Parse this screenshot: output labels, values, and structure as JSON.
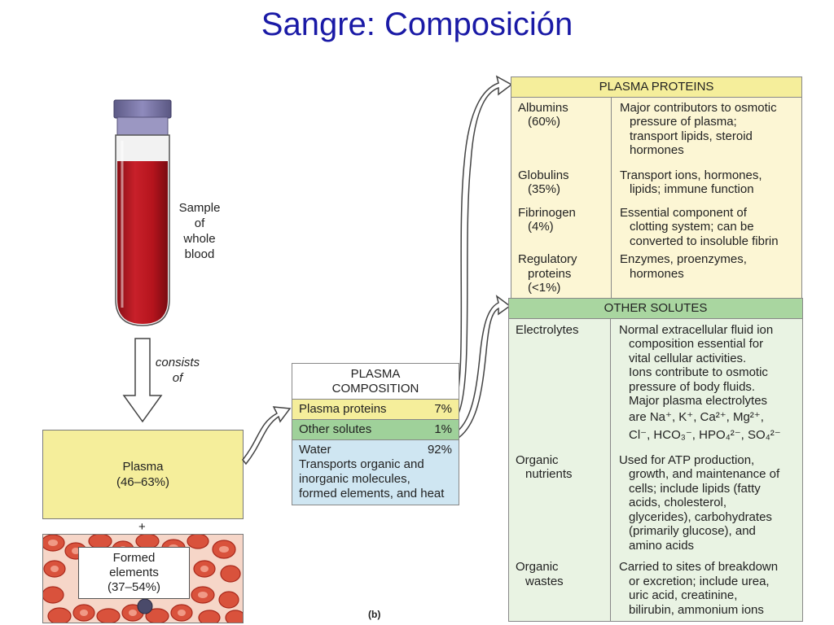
{
  "title": "Sangre: Composición",
  "tube": {
    "label_lines": [
      "Sample",
      "of",
      "whole",
      "blood"
    ]
  },
  "arrow_label": [
    "consists",
    "of"
  ],
  "plasma": {
    "name": "Plasma",
    "range": "(46–63%)"
  },
  "plus": "+",
  "formed": {
    "lines": [
      "Formed",
      "elements",
      "(37–54%)"
    ]
  },
  "figure_label": "(b)",
  "plasma_composition": {
    "header": [
      "PLASMA",
      "COMPOSITION"
    ],
    "rows": [
      {
        "label": "Plasma proteins",
        "value": "7%"
      },
      {
        "label": "Other solutes",
        "value": "1%"
      }
    ],
    "water": {
      "label": "Water",
      "value": "92%",
      "desc": [
        "Transports organic and",
        "inorganic molecules,",
        "formed elements, and heat"
      ]
    }
  },
  "plasma_proteins": {
    "header": "PLASMA PROTEINS",
    "rows": [
      {
        "name": [
          "Albumins",
          "(60%)"
        ],
        "desc": [
          "Major contributors to osmotic",
          "pressure of plasma;",
          "transport lipids, steroid",
          "hormones"
        ]
      },
      {
        "name": [
          "Globulins",
          "(35%)"
        ],
        "desc": [
          "Transport ions, hormones,",
          "lipids; immune function"
        ]
      },
      {
        "name": [
          "Fibrinogen",
          "(4%)"
        ],
        "desc": [
          "Essential component of",
          "clotting system; can be",
          "converted to insoluble fibrin"
        ]
      },
      {
        "name": [
          "Regulatory",
          "proteins",
          "(<1%)"
        ],
        "desc": [
          "Enzymes, proenzymes,",
          "hormones"
        ]
      }
    ]
  },
  "other_solutes": {
    "header": "OTHER SOLUTES",
    "electrolytes": {
      "name": "Electrolytes",
      "desc": [
        "Normal extracellular fluid ion",
        "composition essential for",
        "vital cellular activities.",
        "Ions contribute to osmotic",
        "pressure of body fluids.",
        "Major plasma electrolytes"
      ],
      "ions_line1": "are Na⁺, K⁺, Ca²⁺, Mg²⁺,",
      "ions_line2": "Cl⁻, HCO₃⁻, HPO₄²⁻, SO₄²⁻"
    },
    "nutrients": {
      "name": [
        "Organic",
        "nutrients"
      ],
      "desc": [
        "Used for ATP production,",
        "growth, and maintenance of",
        "cells; include lipids (fatty",
        "acids, cholesterol,",
        "glycerides), carbohydrates",
        "(primarily glucose), and",
        "amino acids"
      ]
    },
    "wastes": {
      "name": [
        "Organic",
        "wastes"
      ],
      "desc": [
        "Carried to sites of breakdown",
        "or excretion; include urea,",
        "uric acid, creatinine,",
        "bilirubin, ammonium ions"
      ]
    }
  }
}
